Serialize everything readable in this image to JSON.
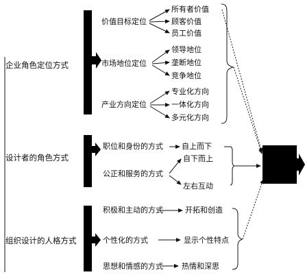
{
  "diagram": {
    "left_labels": [
      "企业角色定位方式",
      "设计者的角色方式",
      "组织设计的人格方式"
    ],
    "group1": {
      "mid": [
        "价值目标定位",
        "市场地位定位",
        "产业方向定位"
      ],
      "leaves": [
        [
          "所有者价值",
          "顾客价值",
          "员工价值"
        ],
        [
          "领导地位",
          "垄断地位",
          "竞争地位"
        ],
        [
          "专业化方向",
          "一体化方向",
          "多元化方向"
        ]
      ]
    },
    "group2": {
      "mid": [
        "职位和身份的方式",
        "公正和服务的方式"
      ],
      "leaves": [
        [
          "自上而下"
        ],
        [
          "自下而上",
          "左右互动"
        ]
      ]
    },
    "group3": {
      "mid": [
        "积极和主动的方式",
        "个性化的方式",
        "思想和情感的方式"
      ],
      "leaves": [
        [
          "开拓和创造"
        ],
        [
          "显示个性特点"
        ],
        [
          "热情和深思"
        ]
      ]
    }
  }
}
